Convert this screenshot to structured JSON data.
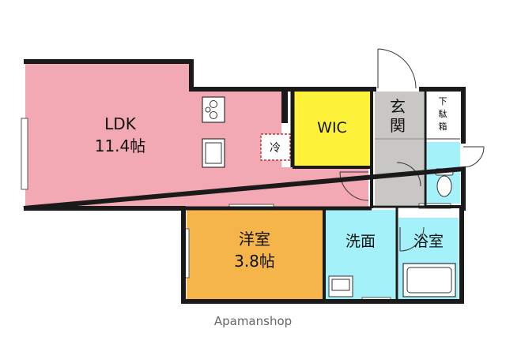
{
  "rooms": {
    "ldk": {
      "name": "LDK",
      "size": "11.4帖"
    },
    "western": {
      "name": "洋室",
      "size": "3.8帖"
    },
    "wic": {
      "name": "WIC"
    },
    "entrance": {
      "line1": "玄",
      "line2": "関"
    },
    "shoe_box": {
      "line1": "下",
      "line2": "駄",
      "line3": "箱"
    },
    "washroom": {
      "name": "洗面"
    },
    "bathroom": {
      "name": "浴室"
    },
    "fridge": {
      "name": "冷"
    }
  },
  "watermark": "Apamanshop",
  "colors": {
    "ldk": "#f3a9b4",
    "western": "#f5b54a",
    "wic": "#fff23a",
    "entrance": "#c9c7c3",
    "water": "#a5f1fa",
    "wall": "#1a1a1a"
  }
}
